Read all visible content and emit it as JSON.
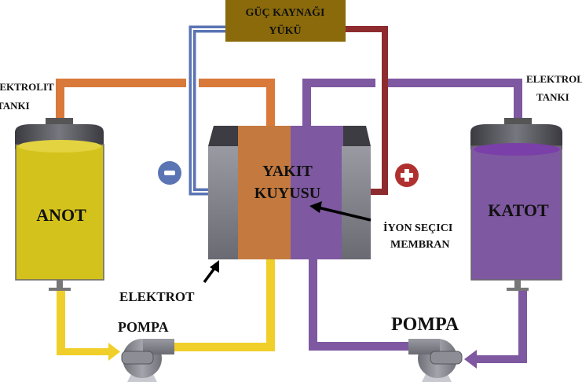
{
  "power": {
    "line1": "GÜÇ KAYNAĞI",
    "line2": "YÜKÜ"
  },
  "left_tank": {
    "line1": "ELEKTROLIT",
    "line2": "TANKI",
    "name": "ANOT"
  },
  "right_tank": {
    "line1": "ELEKTROLIT",
    "line2": "TANKI",
    "name": "KATOT"
  },
  "cell": {
    "line1": "YAKIT",
    "line2": "KUYUSU"
  },
  "membrane": {
    "line1": "İYON SEÇICI",
    "line2": "MEMBRAN"
  },
  "electrode_label": "ELEKTROT",
  "pump_left_label": "POMPA",
  "pump_right_label": "POMPA",
  "terminals": {
    "negative": "minus-icon",
    "positive": "plus-icon"
  },
  "colors": {
    "anolyte": "#d4c21c",
    "catholyte": "#7e58a0",
    "orange": "#d9793a",
    "negative_wire": "#5a74b4",
    "positive_wire": "#8e2b2e",
    "power_box": "#8a6a0a",
    "yellow_pipe": "#f0cf2a"
  }
}
